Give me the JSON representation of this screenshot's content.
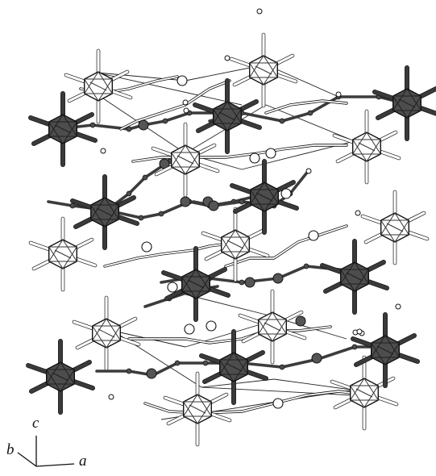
{
  "figure": {
    "type": "crystal-structure-packing",
    "axes": {
      "a": "a",
      "b": "b",
      "c": "c"
    },
    "colors": {
      "dark_cluster_fill": "#4d4d4d",
      "dark_bond": "#3c3c3c",
      "light_cluster_fill": "#ffffff",
      "outline": "#111111",
      "contact_line": "#222222"
    },
    "legend": []
  }
}
